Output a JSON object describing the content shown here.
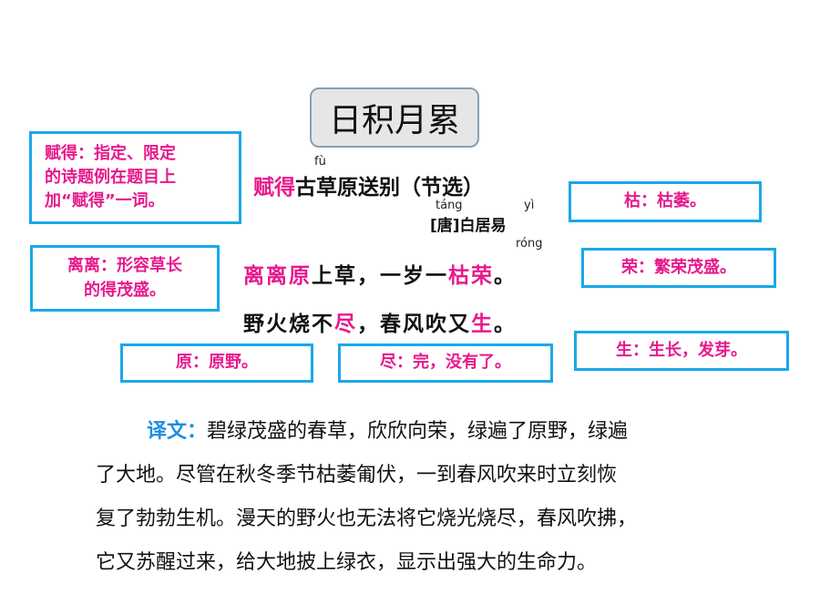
{
  "header": {
    "title": "日积月累"
  },
  "poem": {
    "title_highlight": "赋得",
    "title_rest": "古草原送别（节选）",
    "pinyin_fu": "fù",
    "pinyin_tang": "táng",
    "pinyin_yi": "yì",
    "pinyin_rong": "róng",
    "author": "[唐]白居易",
    "line1": {
      "a": "离离原",
      "b": "上草，一岁一",
      "c": "枯荣",
      "d": "。"
    },
    "line2": {
      "a": "野火烧不",
      "b": "尽",
      "c": "，春风吹又",
      "d": "生",
      "e": "。"
    }
  },
  "notes": {
    "fude_l1": "赋得：指定、限定",
    "fude_l2": "的诗题例在题目上",
    "fude_l3": "加“赋得”一词。",
    "lili_l1": "离离：形容草长",
    "lili_l2": "的得茂盛。",
    "ku": "枯：枯萎。",
    "rong": "荣：繁荣茂盛。",
    "yuan": "原：原野。",
    "jin": "尽：完，没有了。",
    "sheng": "生：生长，发芽。"
  },
  "translation": {
    "label": "译文：",
    "l1": "碧绿茂盛的春草，欣欣向荣，绿遍了原野，绿遍",
    "l2": "了大地。尽管在秋冬季节枯萎匍伏，一到春风吹来时立刻恢",
    "l3": "复了勃勃生机。漫天的野火也无法将它烧光烧尽，春风吹拂，",
    "l4": "它又苏醒过来，给大地披上绿衣，显示出强大的生命力。"
  }
}
